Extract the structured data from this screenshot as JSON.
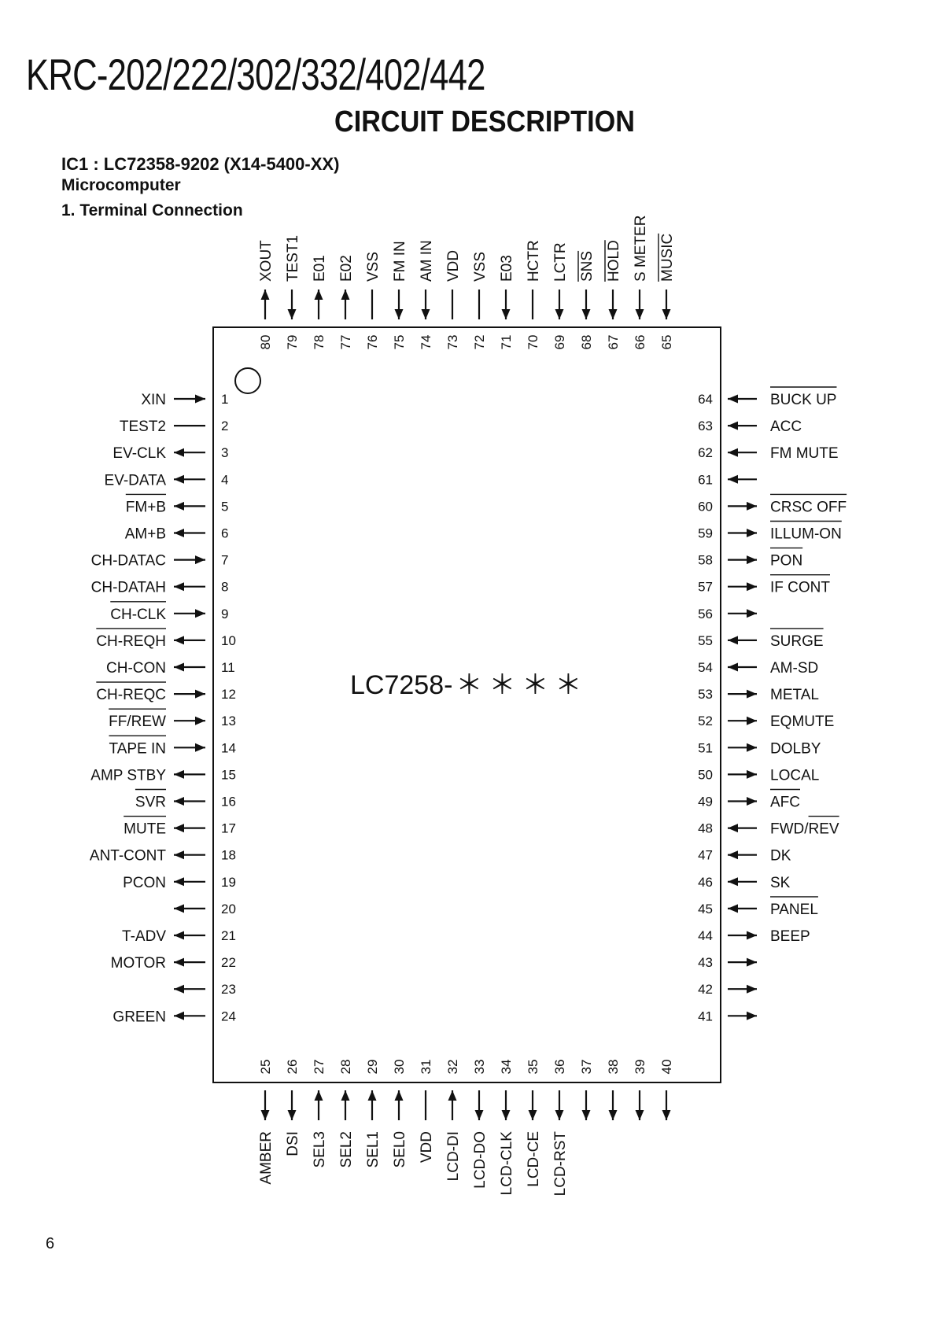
{
  "header": {
    "model": "KRC-202/222/302/332/402/442",
    "section": "CIRCUIT DESCRIPTION",
    "ic_title": "IC1 : LC72358-9202 (X14-5400-XX)",
    "ic_subtitle": "Microcomputer",
    "subsection": "1. Terminal Connection"
  },
  "chip_label": "LC7258-",
  "chip_suffix": "＊＊＊＊",
  "page_number": "6",
  "pins": {
    "left": [
      {
        "num": "1",
        "label": "XIN",
        "dir": "in",
        "bar": false
      },
      {
        "num": "2",
        "label": "TEST2",
        "dir": "none",
        "bar": false
      },
      {
        "num": "3",
        "label": "EV-CLK",
        "dir": "out",
        "bar": false
      },
      {
        "num": "4",
        "label": "EV-DATA",
        "dir": "out",
        "bar": false
      },
      {
        "num": "5",
        "label": "FM+B",
        "dir": "out",
        "bar": true
      },
      {
        "num": "6",
        "label": "AM+B",
        "dir": "out",
        "bar": false
      },
      {
        "num": "7",
        "label": "CH-DATAC",
        "dir": "in",
        "bar": false
      },
      {
        "num": "8",
        "label": "CH-DATAH",
        "dir": "out",
        "bar": false
      },
      {
        "num": "9",
        "label": "CH-CLK",
        "dir": "in",
        "bar": true
      },
      {
        "num": "10",
        "label": "CH-REQH",
        "dir": "out",
        "bar": true
      },
      {
        "num": "11",
        "label": "CH-CON",
        "dir": "out",
        "bar": false
      },
      {
        "num": "12",
        "label": "CH-REQC",
        "dir": "in",
        "bar": true
      },
      {
        "num": "13",
        "label": "FF/REW",
        "dir": "in",
        "bar": true
      },
      {
        "num": "14",
        "label": "TAPE IN",
        "dir": "in",
        "bar": true
      },
      {
        "num": "15",
        "label": "AMP STBY",
        "dir": "out",
        "bar": false
      },
      {
        "num": "16",
        "label": "SVR",
        "dir": "out",
        "bar": true
      },
      {
        "num": "17",
        "label": "MUTE",
        "dir": "out",
        "bar": true
      },
      {
        "num": "18",
        "label": "ANT-CONT",
        "dir": "out",
        "bar": false
      },
      {
        "num": "19",
        "label": "PCON",
        "dir": "out",
        "bar": false
      },
      {
        "num": "20",
        "label": "",
        "dir": "out",
        "bar": false
      },
      {
        "num": "21",
        "label": "T-ADV",
        "dir": "out",
        "bar": false
      },
      {
        "num": "22",
        "label": "MOTOR",
        "dir": "out",
        "bar": false
      },
      {
        "num": "23",
        "label": "",
        "dir": "out",
        "bar": false
      },
      {
        "num": "24",
        "label": "GREEN",
        "dir": "out",
        "bar": false
      }
    ],
    "right": [
      {
        "num": "64",
        "label": "BUCK UP",
        "dir": "in",
        "bar": true
      },
      {
        "num": "63",
        "label": "ACC",
        "dir": "in",
        "bar": false
      },
      {
        "num": "62",
        "label": "FM MUTE",
        "dir": "in",
        "bar": false
      },
      {
        "num": "61",
        "label": "",
        "dir": "in",
        "bar": false
      },
      {
        "num": "60",
        "label": "CRSC OFF",
        "dir": "out",
        "bar": true
      },
      {
        "num": "59",
        "label": "ILLUM-ON",
        "dir": "out",
        "bar": true
      },
      {
        "num": "58",
        "label": "PON",
        "dir": "out",
        "bar": true
      },
      {
        "num": "57",
        "label": "IF CONT",
        "dir": "out",
        "bar": true
      },
      {
        "num": "56",
        "label": "",
        "dir": "out",
        "bar": false
      },
      {
        "num": "55",
        "label": "SURGE",
        "dir": "in",
        "bar": true
      },
      {
        "num": "54",
        "label": "AM-SD",
        "dir": "in",
        "bar": false
      },
      {
        "num": "53",
        "label": "METAL",
        "dir": "out",
        "bar": false
      },
      {
        "num": "52",
        "label": "EQMUTE",
        "dir": "out",
        "bar": false
      },
      {
        "num": "51",
        "label": "DOLBY",
        "dir": "out",
        "bar": false
      },
      {
        "num": "50",
        "label": "LOCAL",
        "dir": "out",
        "bar": false
      },
      {
        "num": "49",
        "label": "AFC",
        "dir": "out",
        "bar": true
      },
      {
        "num": "48",
        "label": "FWD/REV",
        "dir": "in",
        "bar": "partial"
      },
      {
        "num": "47",
        "label": "DK",
        "dir": "in",
        "bar": false
      },
      {
        "num": "46",
        "label": "SK",
        "dir": "in",
        "bar": false
      },
      {
        "num": "45",
        "label": "PANEL",
        "dir": "in",
        "bar": true
      },
      {
        "num": "44",
        "label": "BEEP",
        "dir": "out",
        "bar": false
      },
      {
        "num": "43",
        "label": "",
        "dir": "out",
        "bar": false
      },
      {
        "num": "42",
        "label": "",
        "dir": "out",
        "bar": false
      },
      {
        "num": "41",
        "label": "",
        "dir": "out",
        "bar": false
      }
    ],
    "top": [
      {
        "num": "80",
        "label": "XOUT",
        "dir": "out",
        "bar": false
      },
      {
        "num": "79",
        "label": "TEST1",
        "dir": "in",
        "bar": false
      },
      {
        "num": "78",
        "label": "E01",
        "dir": "out",
        "bar": false
      },
      {
        "num": "77",
        "label": "E02",
        "dir": "out",
        "bar": false
      },
      {
        "num": "76",
        "label": "VSS",
        "dir": "none",
        "bar": false
      },
      {
        "num": "75",
        "label": "FM IN",
        "dir": "in",
        "bar": false
      },
      {
        "num": "74",
        "label": "AM IN",
        "dir": "in",
        "bar": false
      },
      {
        "num": "73",
        "label": "VDD",
        "dir": "none",
        "bar": false
      },
      {
        "num": "72",
        "label": "VSS",
        "dir": "none",
        "bar": false
      },
      {
        "num": "71",
        "label": "E03",
        "dir": "in",
        "bar": false
      },
      {
        "num": "70",
        "label": "HCTR",
        "dir": "none",
        "bar": false
      },
      {
        "num": "69",
        "label": "LCTR",
        "dir": "in",
        "bar": false
      },
      {
        "num": "68",
        "label": "SNS",
        "dir": "in",
        "bar": true
      },
      {
        "num": "67",
        "label": "HOLD",
        "dir": "in",
        "bar": true
      },
      {
        "num": "66",
        "label": "S METER",
        "dir": "in",
        "bar": false
      },
      {
        "num": "65",
        "label": "MUSIC",
        "dir": "in",
        "bar": true
      }
    ],
    "bottom": [
      {
        "num": "25",
        "label": "AMBER",
        "dir": "out",
        "bar": false
      },
      {
        "num": "26",
        "label": "DSI",
        "dir": "out",
        "bar": false
      },
      {
        "num": "27",
        "label": "SEL3",
        "dir": "in",
        "bar": false
      },
      {
        "num": "28",
        "label": "SEL2",
        "dir": "in",
        "bar": false
      },
      {
        "num": "29",
        "label": "SEL1",
        "dir": "in",
        "bar": false
      },
      {
        "num": "30",
        "label": "SEL0",
        "dir": "in",
        "bar": false
      },
      {
        "num": "31",
        "label": "VDD",
        "dir": "none",
        "bar": false
      },
      {
        "num": "32",
        "label": "LCD-DI",
        "dir": "in",
        "bar": false
      },
      {
        "num": "33",
        "label": "LCD-DO",
        "dir": "out",
        "bar": false
      },
      {
        "num": "34",
        "label": "LCD-CLK",
        "dir": "out",
        "bar": false
      },
      {
        "num": "35",
        "label": "LCD-CE",
        "dir": "out",
        "bar": false
      },
      {
        "num": "36",
        "label": "LCD-RST",
        "dir": "out",
        "bar": false
      },
      {
        "num": "37",
        "label": "",
        "dir": "out",
        "bar": false
      },
      {
        "num": "38",
        "label": "",
        "dir": "out",
        "bar": false
      },
      {
        "num": "39",
        "label": "",
        "dir": "out",
        "bar": false
      },
      {
        "num": "40",
        "label": "",
        "dir": "out",
        "bar": false
      }
    ]
  }
}
